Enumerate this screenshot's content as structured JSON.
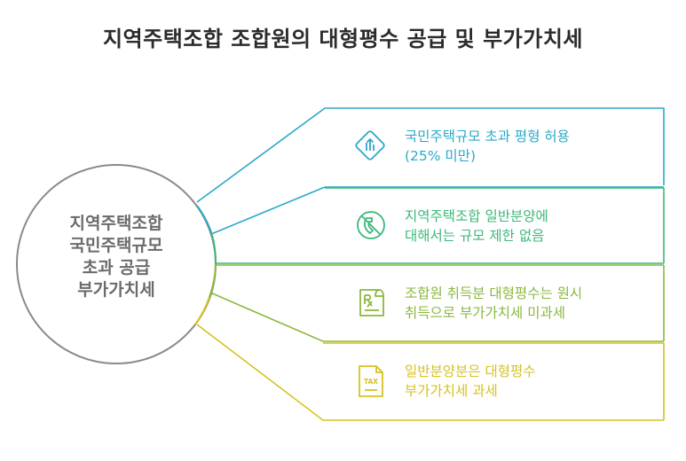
{
  "title": "지역주택조합 조합원의 대형평수 공급 및 부가가치세",
  "center": {
    "lines": [
      "지역주택조합",
      "국민주택규모",
      "초과 공급",
      "부가가치세"
    ]
  },
  "items": [
    {
      "line1": "국민주택규모 초과 평형 허용",
      "line2": "(25% 미만)",
      "icon": "arrow-up-icon",
      "color": "#29a9c9"
    },
    {
      "line1": "지역주택조합 일반분양에",
      "line2": "대해서는 규모 제한 없음",
      "icon": "no-restriction-icon",
      "color": "#3cb878"
    },
    {
      "line1": "조합원 취득분 대형평수는 원시",
      "line2": "취득으로 부가가치세 미과세",
      "icon": "prescription-icon",
      "color": "#8ab83c"
    },
    {
      "line1": "일반분양분은 대형평수",
      "line2": "부가가치세 과세",
      "icon": "tax-document-icon",
      "color": "#d6c21e"
    }
  ],
  "tax_icon_text": "TAX"
}
